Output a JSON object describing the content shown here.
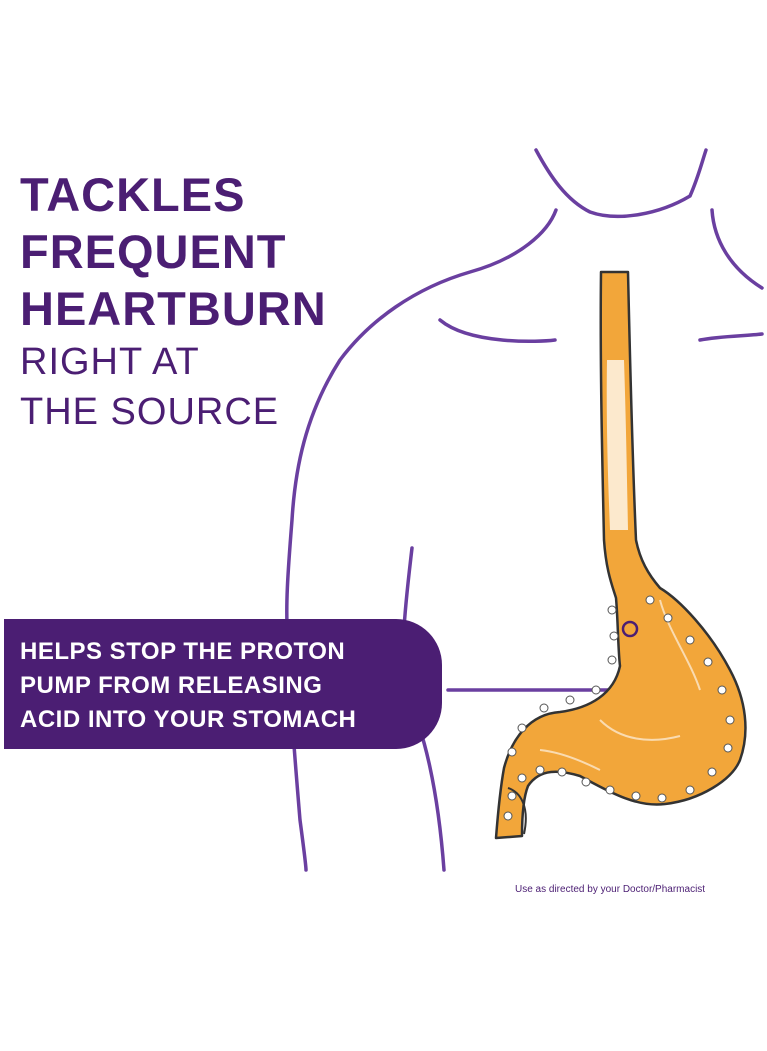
{
  "headline": {
    "line1": "TACKLES",
    "line2": "FREQUENT",
    "line3": "HEARTBURN",
    "line4": "RIGHT AT",
    "line5": "THE SOURCE"
  },
  "callout": {
    "line1": "HELPS STOP THE PROTON",
    "line2": "PUMP FROM RELEASING",
    "line3": "ACID INTO YOUR STOMACH"
  },
  "disclaimer": "Use as directed by your Doctor/Pharmacist",
  "colors": {
    "brand_purple": "#4b1e73",
    "outline_purple": "#6a3fa0",
    "stomach_orange": "#f2a63a",
    "organ_outline": "#333333"
  },
  "icons": {
    "body": "body-outline-icon",
    "stomach": "stomach-icon",
    "pump_marker": "proton-pump-marker-icon"
  }
}
